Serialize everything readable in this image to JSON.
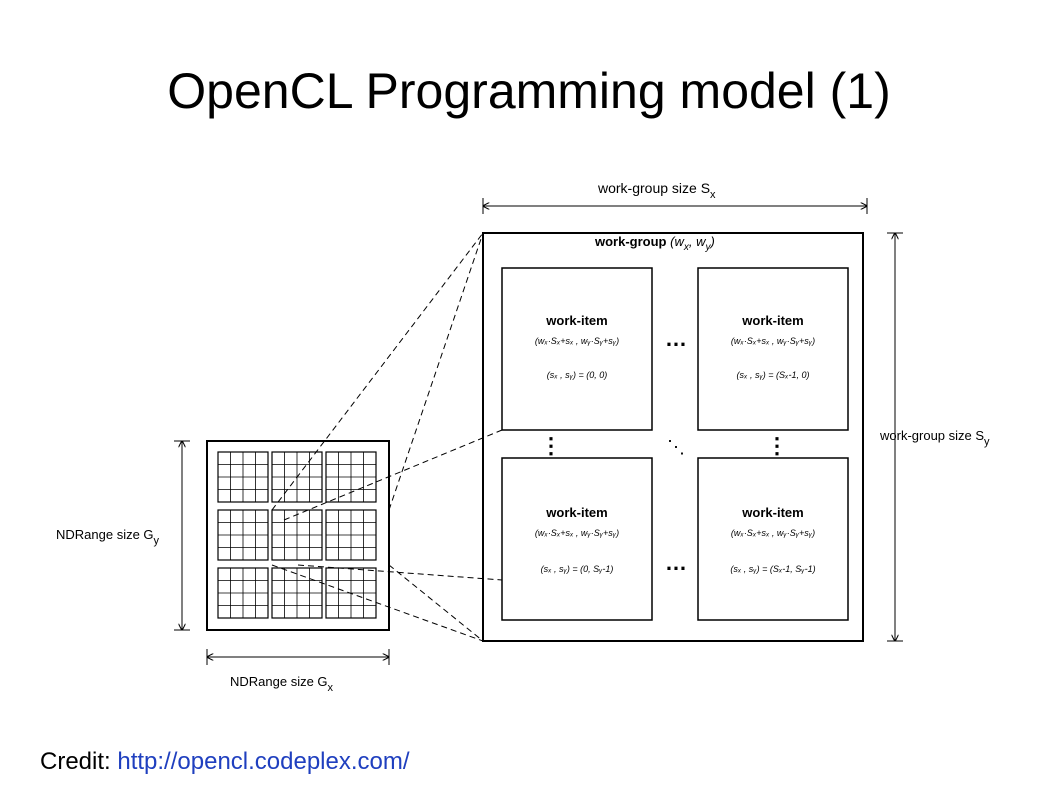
{
  "slide": {
    "title": "OpenCL Programming model (1)",
    "credit_label": "Credit:",
    "credit_link": "http://opencl.codeplex.com/"
  },
  "diagram": {
    "wg_size_x_label": "work-group size S",
    "wg_size_x_sub": "x",
    "wg_size_y_label": "work-group size S",
    "wg_size_y_sub": "y",
    "nd_size_y_label": "NDRange size G",
    "nd_size_y_sub": "y",
    "nd_size_x_label": "NDRange size G",
    "nd_size_x_sub": "x",
    "work_group_title": "work-group",
    "work_group_coords": "(w",
    "work_group_coords_sub1": "x",
    "work_group_coords_mid": ", w",
    "work_group_coords_sub2": "y",
    "work_group_coords_end": ")",
    "work_item_title": "work-item",
    "items": [
      {
        "line2": "(wₓ·Sₓ+sₓ , wᵧ·Sᵧ+sᵧ)",
        "line3": "(sₓ , sᵧ) = (0, 0)"
      },
      {
        "line2": "(wₓ·Sₓ+sₓ , wᵧ·Sᵧ+sᵧ)",
        "line3": "(sₓ , sᵧ) = (Sₓ-1, 0)"
      },
      {
        "line2": "(wₓ·Sₓ+sₓ , wᵧ·Sᵧ+sᵧ)",
        "line3": "(sₓ , sᵧ) = (0, Sᵧ-1)"
      },
      {
        "line2": "(wₓ·Sₓ+sₓ , wᵧ·Sᵧ+sᵧ)",
        "line3": "(sₓ , sᵧ) = (Sₓ-1, Sᵧ-1)"
      }
    ],
    "ellipsis_h": "…",
    "ellipsis_v": "⋮",
    "ellipsis_d": "⋱"
  },
  "colors": {
    "link": "#1f3fbf",
    "line": "#000000"
  }
}
